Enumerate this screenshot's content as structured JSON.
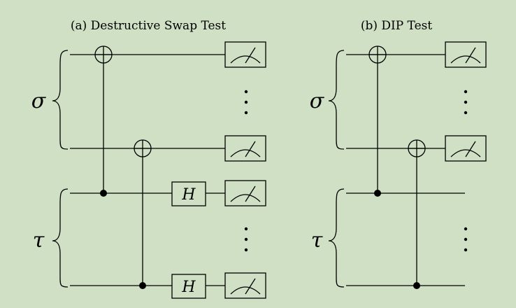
{
  "panels": {
    "a": {
      "caption": "(a) Destructive Swap Test",
      "sigma_label": "σ",
      "tau_label": "τ",
      "hadamard_1": "H",
      "hadamard_2": "H"
    },
    "b": {
      "caption": "(b) DIP Test",
      "sigma_label": "σ",
      "tau_label": "τ"
    }
  },
  "icons": [
    "cnot-target-icon",
    "control-dot-icon",
    "measurement-meter-icon",
    "vertical-ellipsis-icon",
    "left-brace-icon"
  ]
}
